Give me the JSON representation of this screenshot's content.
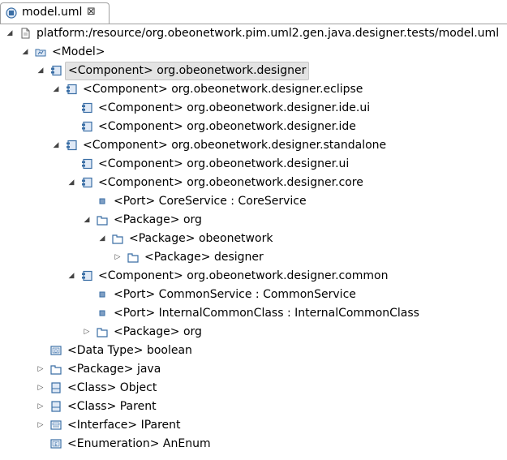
{
  "editor_tab": {
    "label": "model.uml",
    "close_glyph": "⊠",
    "icon": "uml-model-icon"
  },
  "tree": [
    {
      "label": "platform:/resource/org.obeonetwork.pim.uml2.gen.java.designer.tests/model.uml",
      "depth": 0,
      "toggle": "expanded",
      "icon": "resource-file-icon"
    },
    {
      "label": "<Model>",
      "depth": 1,
      "toggle": "expanded",
      "icon": "model-icon"
    },
    {
      "label": "<Component> org.obeonetwork.designer",
      "depth": 2,
      "toggle": "expanded",
      "icon": "component-icon",
      "selected": true
    },
    {
      "label": "<Component> org.obeonetwork.designer.eclipse",
      "depth": 3,
      "toggle": "expanded",
      "icon": "component-icon"
    },
    {
      "label": "<Component> org.obeonetwork.designer.ide.ui",
      "depth": 4,
      "toggle": "none",
      "icon": "component-icon"
    },
    {
      "label": "<Component> org.obeonetwork.designer.ide",
      "depth": 4,
      "toggle": "none",
      "icon": "component-icon"
    },
    {
      "label": "<Component> org.obeonetwork.designer.standalone",
      "depth": 3,
      "toggle": "expanded",
      "icon": "component-icon"
    },
    {
      "label": "<Component> org.obeonetwork.designer.ui",
      "depth": 4,
      "toggle": "none",
      "icon": "component-icon"
    },
    {
      "label": "<Component> org.obeonetwork.designer.core",
      "depth": 4,
      "toggle": "expanded",
      "icon": "component-icon"
    },
    {
      "label": "<Port> CoreService : CoreService",
      "depth": 5,
      "toggle": "none",
      "icon": "port-icon"
    },
    {
      "label": "<Package> org",
      "depth": 5,
      "toggle": "expanded",
      "icon": "package-icon"
    },
    {
      "label": "<Package> obeonetwork",
      "depth": 6,
      "toggle": "expanded",
      "icon": "package-icon"
    },
    {
      "label": "<Package> designer",
      "depth": 7,
      "toggle": "collapsed",
      "icon": "package-icon"
    },
    {
      "label": "<Component> org.obeonetwork.designer.common",
      "depth": 4,
      "toggle": "expanded",
      "icon": "component-icon"
    },
    {
      "label": "<Port> CommonService : CommonService",
      "depth": 5,
      "toggle": "none",
      "icon": "port-icon"
    },
    {
      "label": "<Port> InternalCommonClass : InternalCommonClass",
      "depth": 5,
      "toggle": "none",
      "icon": "port-icon"
    },
    {
      "label": "<Package> org",
      "depth": 5,
      "toggle": "collapsed",
      "icon": "package-icon"
    },
    {
      "label": "<Data Type> boolean",
      "depth": 2,
      "toggle": "none",
      "icon": "datatype-icon"
    },
    {
      "label": "<Package> java",
      "depth": 2,
      "toggle": "collapsed",
      "icon": "package-icon"
    },
    {
      "label": "<Class> Object",
      "depth": 2,
      "toggle": "collapsed",
      "icon": "class-icon"
    },
    {
      "label": "<Class> Parent",
      "depth": 2,
      "toggle": "collapsed",
      "icon": "class-icon"
    },
    {
      "label": "<Interface> IParent",
      "depth": 2,
      "toggle": "collapsed",
      "icon": "interface-icon"
    },
    {
      "label": "<Enumeration> AnEnum",
      "depth": 2,
      "toggle": "none",
      "icon": "enumeration-icon"
    }
  ],
  "colors": {
    "icon_blue": "#3a6ea5",
    "icon_fill": "#dfe9f6",
    "selection": "#e3e3e3"
  }
}
